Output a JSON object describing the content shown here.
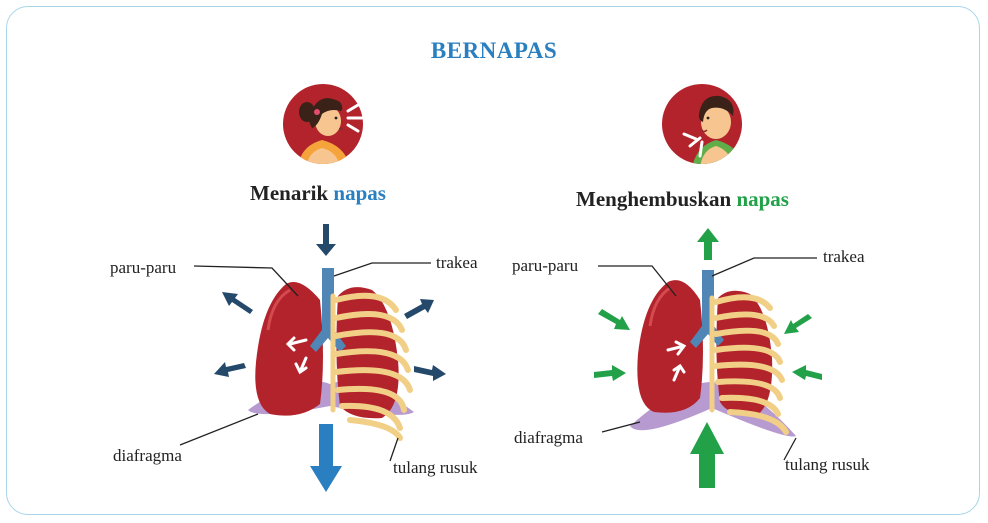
{
  "title": "BERNAPAS",
  "inhale": {
    "heading_word": "Menarik",
    "heading_accent": "napas",
    "labels": {
      "lungs": "paru-paru",
      "trachea": "trakea",
      "diaphragm": "diafragma",
      "ribs": "tulang rusuk"
    }
  },
  "exhale": {
    "heading_word": "Menghembuskan",
    "heading_accent": "napas",
    "labels": {
      "lungs": "paru-paru",
      "trachea": "trakea",
      "diaphragm": "diafragma",
      "ribs": "tulang rusuk"
    }
  },
  "colors": {
    "title": "#2a7fc0",
    "inhale_accent": "#2a7fc0",
    "exhale_accent": "#22a149",
    "inhale_arrow": "#24496b",
    "inhale_diaphragm_arrow": "#2a7fc0",
    "exhale_arrow": "#22a149",
    "lung": "#b3232c",
    "trachea": "#4f86b5",
    "ribs": "#f2cf86",
    "diaphragm": "#b79bd0",
    "frame": "#a7d6e8"
  }
}
